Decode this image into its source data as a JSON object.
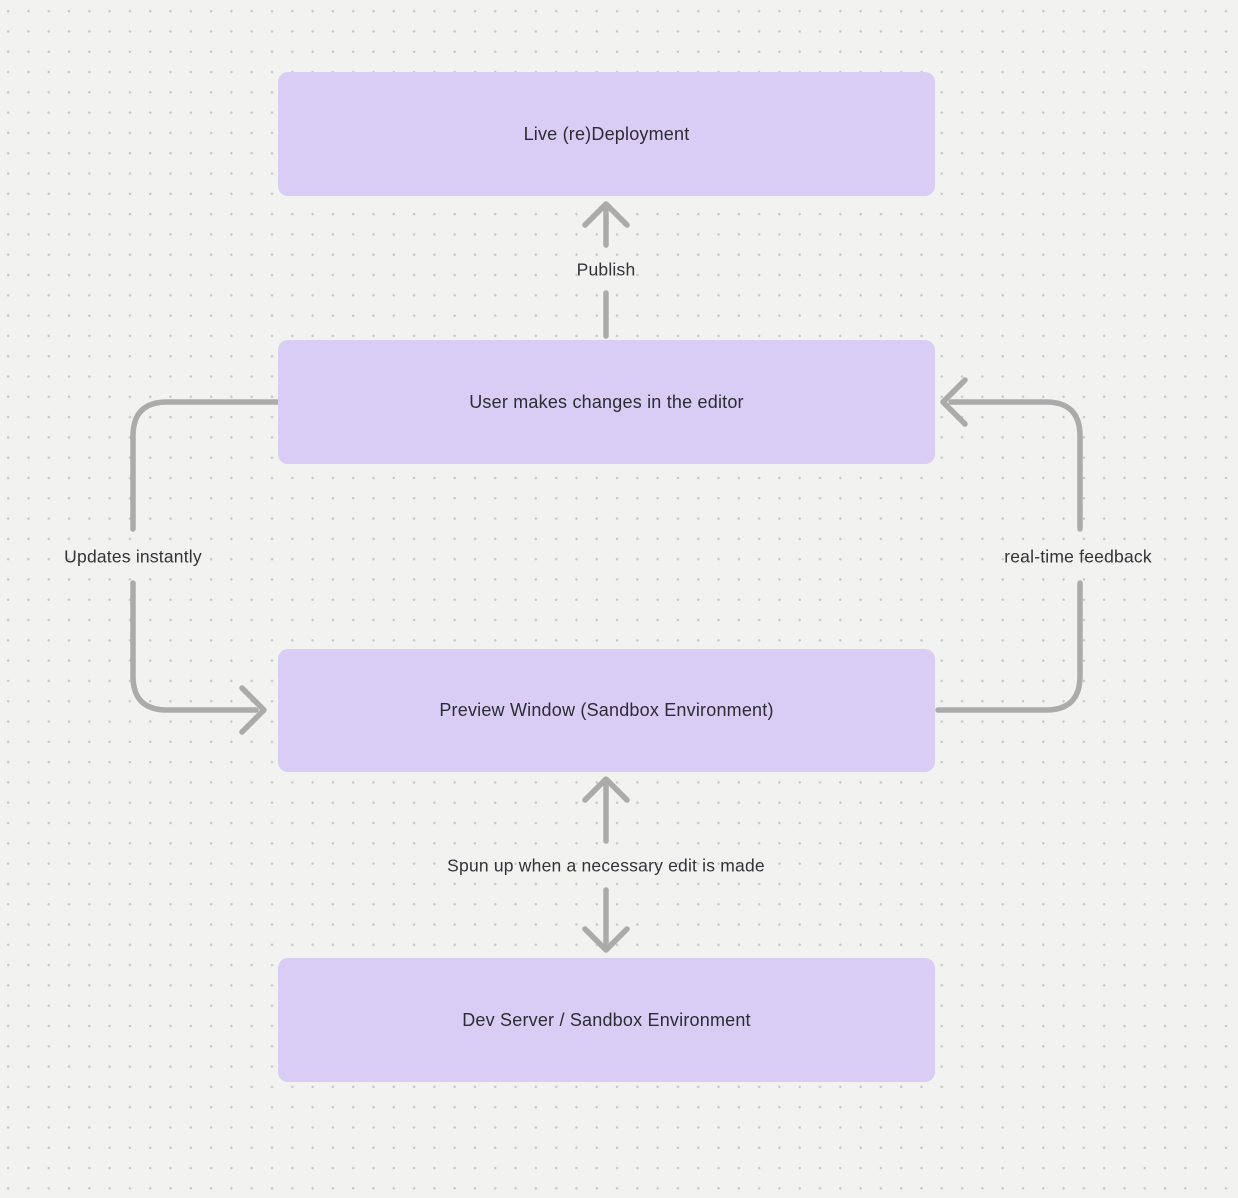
{
  "colors": {
    "canvas_bg": "#f2f2f1",
    "dot_color": "#c9c9c9",
    "node_fill": "#d9cdf5",
    "node_text": "#2c2c32",
    "label_text": "#333338",
    "arrow_color": "#ababab"
  },
  "nodes": [
    {
      "id": "live-redeployment",
      "label": "Live (re)Deployment"
    },
    {
      "id": "user-editor",
      "label": "User makes changes in the editor"
    },
    {
      "id": "preview-window",
      "label": "Preview Window (Sandbox Environment)"
    },
    {
      "id": "dev-server",
      "label": "Dev Server / Sandbox Environment"
    }
  ],
  "edges": {
    "publish": {
      "label": "Publish"
    },
    "updates_instantly": {
      "label": "Updates instantly"
    },
    "real_time_feedback": {
      "label": "real-time feedback"
    },
    "spun_up": {
      "label": "Spun up when a necessary edit is made"
    }
  }
}
